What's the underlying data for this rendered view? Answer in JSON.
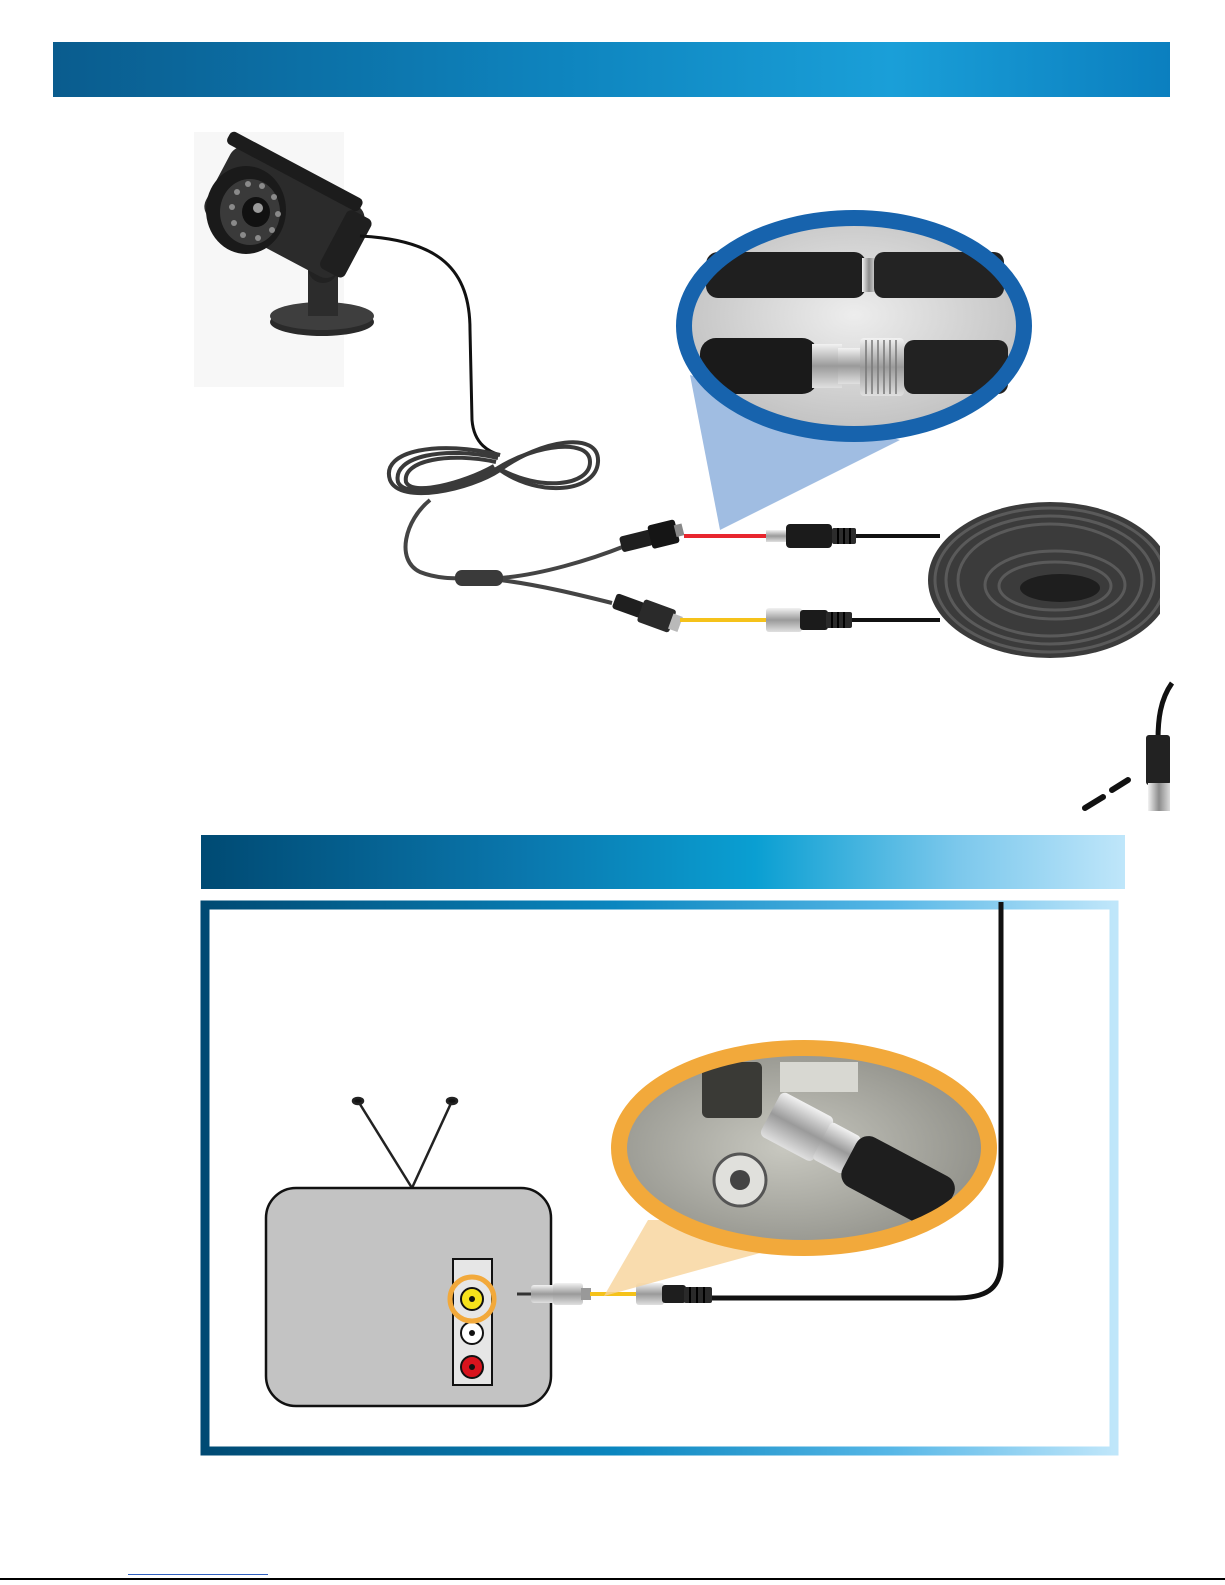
{
  "colors": {
    "banner_dark": "#0a5c8e",
    "banner_light": "#bfe6fa",
    "zoom_blue": "#1763ad",
    "zoom_orange": "#f2a93b",
    "power_wire": "#e8262e",
    "video_wire": "#f5c21a",
    "tv_body": "#c3c3c3",
    "jack_yellow": "#f6e21b",
    "jack_red": "#d8131d"
  },
  "diagram": {
    "top": {
      "camera": "bullet-camera",
      "connectors": [
        "power-connector",
        "bnc-video-connector"
      ],
      "extension_cable": "coiled-extension-cable"
    },
    "bottom": {
      "display": "tv",
      "av_jacks": [
        "yellow",
        "white",
        "red"
      ],
      "highlighted_jack": "yellow"
    }
  },
  "icons": [
    "camera-icon",
    "tv-icon",
    "antenna-icon",
    "bnc-connector-icon",
    "rca-adapter-icon",
    "dc-plug-icon"
  ]
}
